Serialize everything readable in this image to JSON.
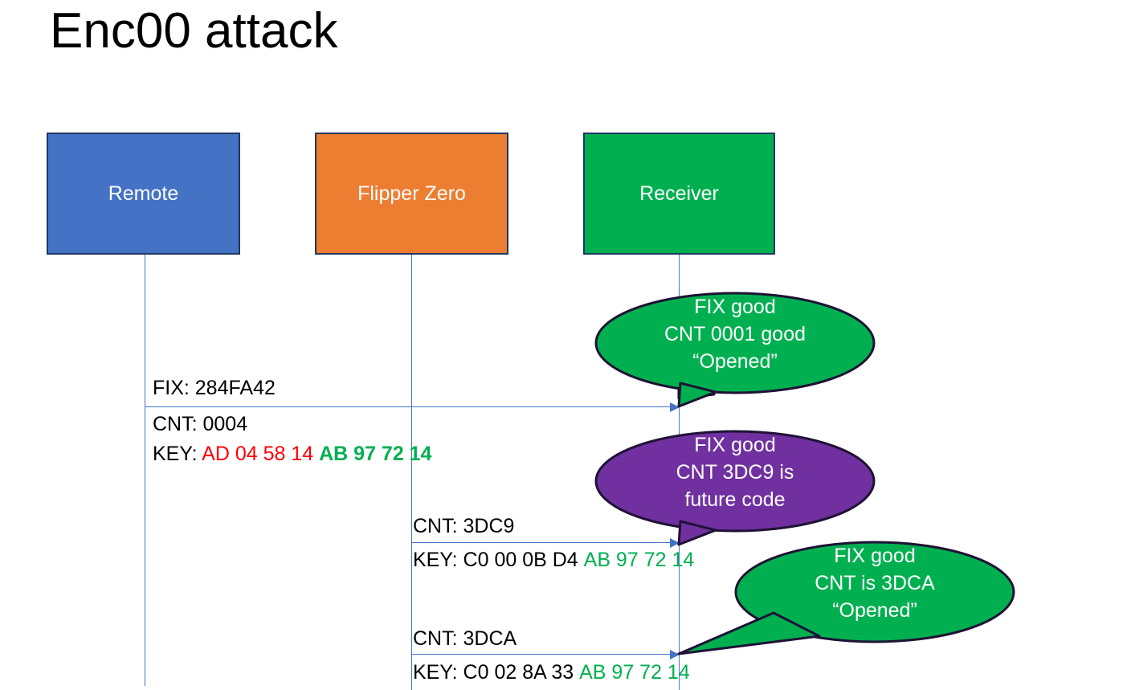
{
  "title": "Enc00 attack",
  "actors": [
    {
      "id": "remote",
      "label": "Remote",
      "color": "#4472C4"
    },
    {
      "id": "flipper",
      "label": "Flipper Zero",
      "color": "#ED7D31"
    },
    {
      "id": "receiver",
      "label": "Receiver",
      "color": "#00B050"
    }
  ],
  "messages": [
    {
      "id": "msg1",
      "from": "remote",
      "to": "receiver",
      "fix_label": "FIX: 284FA42",
      "cnt_label": "CNT: 0004",
      "key_prefix": "KEY: ",
      "key_first_half": "AD 04 58 14",
      "key_second_half": "AB 97 72 14",
      "key_first_color": "#FF0000",
      "key_second_color": "#00B050"
    },
    {
      "id": "msg2",
      "from": "flipper",
      "to": "receiver",
      "cnt_label": "CNT: 3DC9",
      "key_prefix": "KEY: ",
      "key_first_half": "C0 00 0B D4",
      "key_second_half": "AB 97 72 14",
      "key_first_color": "#000000",
      "key_second_color": "#00B050"
    },
    {
      "id": "msg3",
      "from": "flipper",
      "to": "receiver",
      "cnt_label": "CNT: 3DCA",
      "key_prefix": "KEY: ",
      "key_first_half": "C0 02 8A 33",
      "key_second_half": "AB 97 72 14",
      "key_first_color": "#000000",
      "key_second_color": "#00B050"
    }
  ],
  "callouts": [
    {
      "id": "callout1",
      "fill": "#00B050",
      "stroke": "#1F1235",
      "line1": "FIX good",
      "line2": "CNT 0001 good",
      "line3": "“Opened”"
    },
    {
      "id": "callout2",
      "fill": "#7030A0",
      "stroke": "#1F1235",
      "line1": "FIX good",
      "line2": "CNT 3DC9 is",
      "line3": "future code"
    },
    {
      "id": "callout3",
      "fill": "#00B050",
      "stroke": "#1F1235",
      "line1": "FIX good",
      "line2": "CNT is 3DCA",
      "line3": "“Opened”"
    }
  ]
}
